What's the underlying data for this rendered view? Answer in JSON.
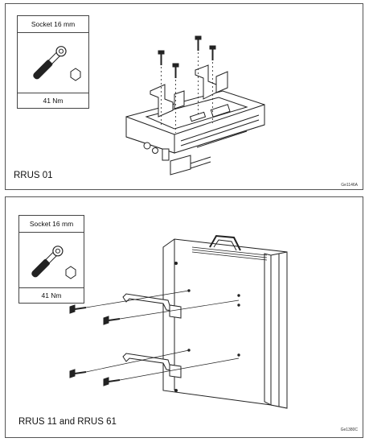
{
  "panels": [
    {
      "tool_label": "Socket 16 mm",
      "torque": "41 Nm",
      "caption": "RRUS 01",
      "ref": "Ge1146A"
    },
    {
      "tool_label": "Socket 16 mm",
      "torque": "41 Nm",
      "caption": "RRUS 11 and RRUS 61",
      "ref": "Ge1380C"
    }
  ]
}
